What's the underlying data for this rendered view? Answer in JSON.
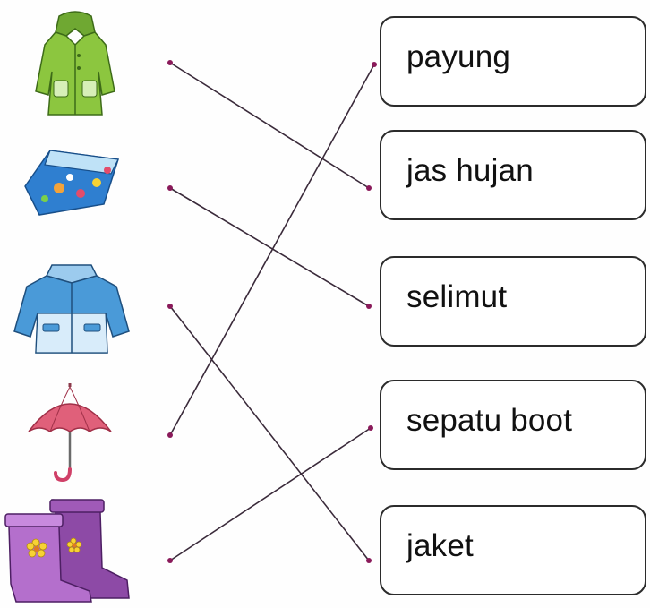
{
  "worksheet": {
    "words": [
      {
        "id": "payung",
        "label": "payung"
      },
      {
        "id": "jas-hujan",
        "label": "jas hujan"
      },
      {
        "id": "selimut",
        "label": "selimut"
      },
      {
        "id": "sepatu-boot",
        "label": "sepatu boot"
      },
      {
        "id": "jaket",
        "label": "jaket"
      }
    ],
    "pictures": [
      {
        "icon": "raincoat-icon"
      },
      {
        "icon": "blanket-icon"
      },
      {
        "icon": "jacket-icon"
      },
      {
        "icon": "umbrella-icon"
      },
      {
        "icon": "rain-boots-icon"
      }
    ],
    "matches": [
      {
        "picture": "raincoat-icon",
        "word": "jas hujan"
      },
      {
        "picture": "blanket-icon",
        "word": "selimut"
      },
      {
        "picture": "jacket-icon",
        "word": "jaket"
      },
      {
        "picture": "umbrella-icon",
        "word": "payung"
      },
      {
        "picture": "rain-boots-icon",
        "word": "sepatu boot"
      }
    ],
    "colors": {
      "line": "#3a2a3a",
      "dot": "#8a1a5a",
      "raincoat": "#8cc63f",
      "blanket": "#2f7fd0",
      "jacket": "#4a9ad8",
      "umbrella": "#e0607a",
      "boots": "#a05ab8"
    }
  }
}
